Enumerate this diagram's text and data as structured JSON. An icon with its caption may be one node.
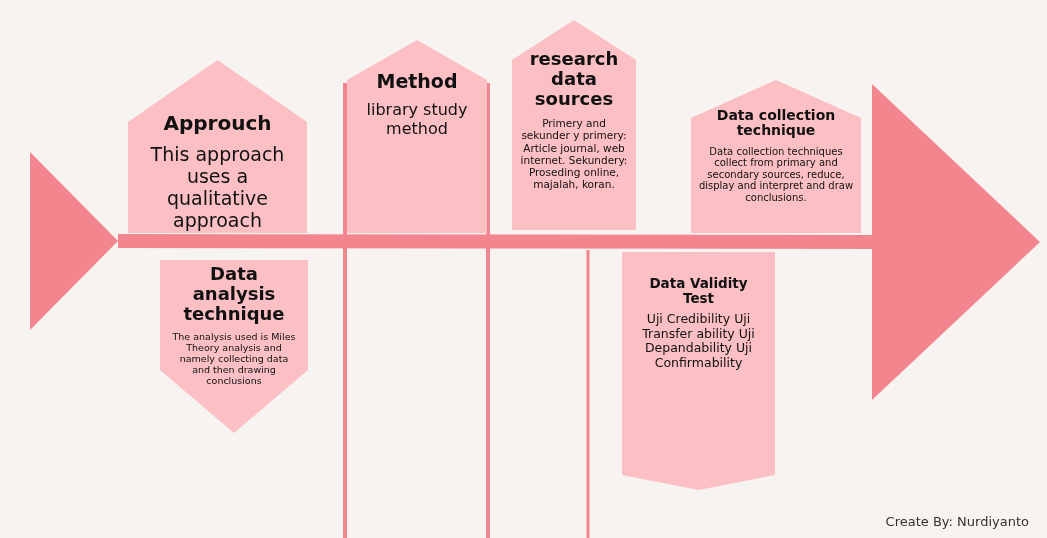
{
  "diagram": {
    "nodes": [
      {
        "text": [],
        "shape": "triangle"
      },
      {
        "text": [
          "Approuch",
          "This approach uses a qualitative approach"
        ]
      },
      {
        "text": [
          "Method",
          "library study method"
        ]
      },
      {
        "text": [
          "research data sources",
          "Primery and sekunder y primery: Article journal, web internet. Sekundery: Proseding online, majalah, koran."
        ]
      },
      {
        "text": [
          "Data collection technique",
          "Data collection techniques collect from primary and secondary sources, reduce, display and interpret and draw conclusions."
        ]
      },
      {
        "text": [
          "Data analysis technique",
          "The analysis used is Miles Theory analysis and namely collecting data and then drawing conclusions"
        ]
      },
      {
        "text": [
          "Data Validity Test",
          "Uji Credibility Uji Transfer ability Uji Depandability Uji Confirmability"
        ]
      },
      {
        "text": [],
        "shape": "triangle"
      }
    ],
    "edges": [
      {
        "from": 0,
        "to": 7,
        "arrow": "none"
      }
    ],
    "labels": [
      "Create By: Nurdiyanto"
    ]
  }
}
